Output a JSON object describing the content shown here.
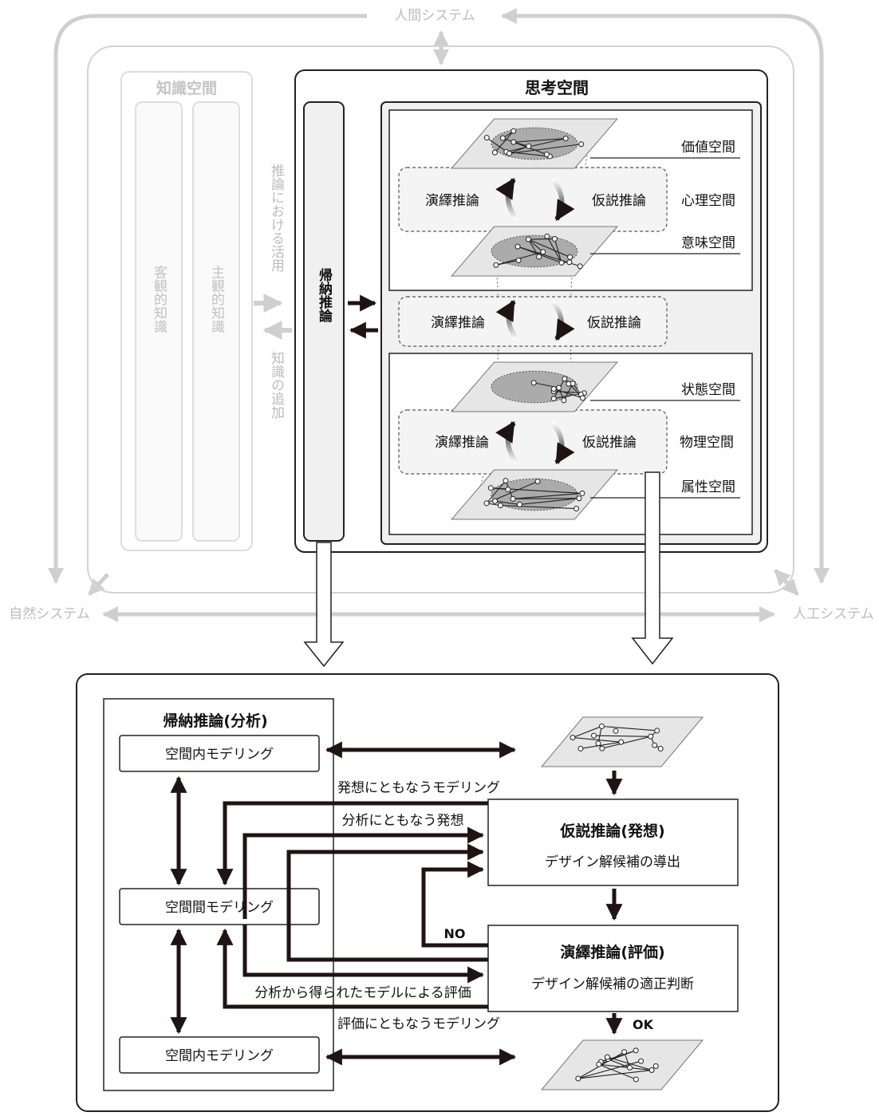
{
  "systems": {
    "human": "人間システム",
    "natural": "自然システム",
    "artificial": "人工システム"
  },
  "knowledge_space": {
    "title": "知識空間",
    "objective": "客観的知識",
    "subjective": "主観的知識",
    "use_in_inference": "推論における活用",
    "add_knowledge": "知識の追加"
  },
  "thinking_space": {
    "title": "思考空間",
    "induction": "帰納推論",
    "value_space": "価値空間",
    "mental_space": "心理空間",
    "meaning_space": "意味空間",
    "state_space": "状態空間",
    "physical_space": "物理空間",
    "attribute_space": "属性空間",
    "deduction": "演繹推論",
    "abduction": "仮説推論"
  },
  "process": {
    "induction_analysis": "帰納推論(分析)",
    "intra_space_modeling_top": "空間内モデリング",
    "inter_space_modeling": "空間間モデリング",
    "intra_space_modeling_bottom": "空間内モデリング",
    "abduction_title": "仮説推論(発想)",
    "abduction_sub": "デザイン解候補の導出",
    "deduction_title": "演繹推論(評価)",
    "deduction_sub": "デザイン解候補の適正判断",
    "modeling_with_ideation": "発想にともなうモデリング",
    "ideation_with_analysis": "分析にともなう発想",
    "evaluation_by_model": "分析から得られたモデルによる評価",
    "modeling_with_evaluation": "評価にともなうモデリング",
    "no": "NO",
    "ok": "OK"
  },
  "colors": {
    "arrow_dark": "#1f1413",
    "gray_line": "#cfcfcf",
    "panel_fill": "#f0f0f0",
    "plane_fill": "#e4e4e4",
    "ellipse_fill": "#a9a9a9"
  }
}
